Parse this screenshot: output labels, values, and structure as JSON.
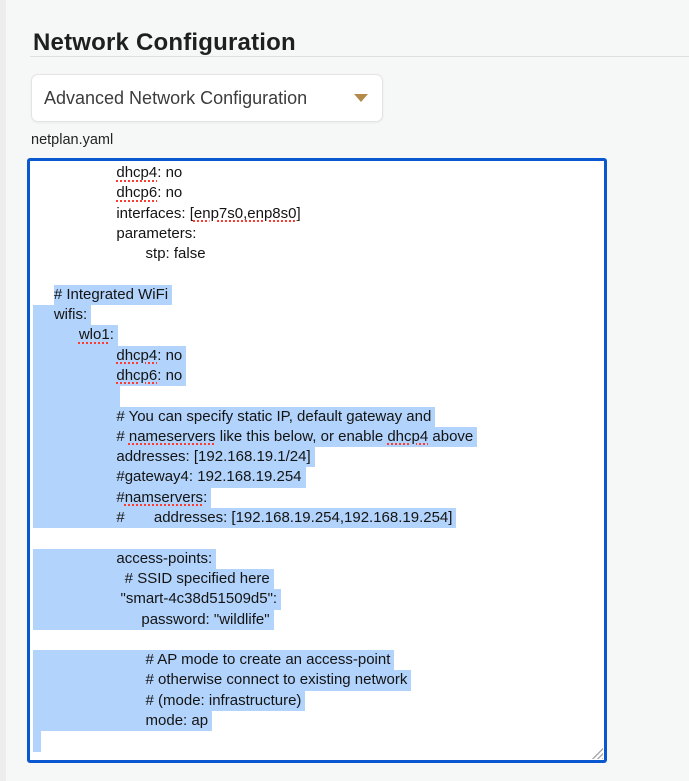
{
  "page": {
    "title": "Network Configuration"
  },
  "dropdown": {
    "label": "Advanced Network Configuration",
    "caret_icon": "triangle-down",
    "caret_color": "#b48a4b"
  },
  "editor": {
    "label": "netplan.yaml",
    "focus_border_color": "#0a58d0",
    "selection_color": "#b2d3fb",
    "spellcheck_color": "#ff3b30",
    "lines": [
      [
        {
          "t": "                    "
        },
        {
          "t": "dhcp4",
          "s": true
        },
        {
          "t": ": no"
        }
      ],
      [
        {
          "t": "                    "
        },
        {
          "t": "dhcp6",
          "s": true
        },
        {
          "t": ": no"
        }
      ],
      [
        {
          "t": "                    interfaces: ["
        },
        {
          "t": "enp7s0,enp8s0",
          "s": true
        },
        {
          "t": "]"
        }
      ],
      [
        {
          "t": "                    parameters:"
        }
      ],
      [
        {
          "t": "                           stp: false"
        }
      ],
      [],
      [
        {
          "t": "     "
        },
        {
          "t": "# Integrated WiFi",
          "h": true
        }
      ],
      [
        {
          "t": "     wifis:",
          "h": true
        }
      ],
      [
        {
          "t": "           ",
          "h": true
        },
        {
          "t": "wlo1",
          "h": true,
          "s": true
        },
        {
          "t": ":",
          "h": true
        }
      ],
      [
        {
          "t": "                    ",
          "h": true
        },
        {
          "t": "dhcp4",
          "h": true,
          "s": true
        },
        {
          "t": ": no",
          "h": true
        }
      ],
      [
        {
          "t": "                    ",
          "h": true
        },
        {
          "t": "dhcp6",
          "h": true,
          "s": true
        },
        {
          "t": ": no",
          "h": true
        }
      ],
      [
        {
          "t": "                    ",
          "h": true
        }
      ],
      [
        {
          "t": "                    # You can specify static IP, default gateway and",
          "h": true
        }
      ],
      [
        {
          "t": "                    # ",
          "h": true
        },
        {
          "t": "nameservers",
          "h": true,
          "s": true
        },
        {
          "t": " like this below, or enable ",
          "h": true
        },
        {
          "t": "dhcp4",
          "h": true,
          "s": true
        },
        {
          "t": " above",
          "h": true
        }
      ],
      [
        {
          "t": "                    addresses: [192.168.19.1/24]",
          "h": true
        }
      ],
      [
        {
          "t": "                    #gateway4: 192.168.19.254",
          "h": true
        }
      ],
      [
        {
          "t": "                    #",
          "h": true
        },
        {
          "t": "namservers",
          "h": true,
          "s": true
        },
        {
          "t": ":",
          "h": true
        }
      ],
      [
        {
          "t": "                    #       addresses: [192.168.19.254,192.168.19.254]",
          "h": true
        }
      ],
      [],
      [
        {
          "t": "                    access-points:",
          "h": true
        }
      ],
      [
        {
          "t": "                      # SSID specified here",
          "h": true
        }
      ],
      [
        {
          "t": "                     \"smart-4c38d51509d5\":",
          "h": true
        }
      ],
      [
        {
          "t": "                          password: \"wildlife\"",
          "h": true
        }
      ],
      [],
      [
        {
          "t": "                           # AP mode to create an access-point",
          "h": true
        }
      ],
      [
        {
          "t": "                           # otherwise connect to existing network",
          "h": true
        }
      ],
      [
        {
          "t": "                           # (mode: infrastructure)",
          "h": true
        }
      ],
      [
        {
          "t": "                           mode: ap",
          "h": true
        }
      ],
      [
        {
          "t": " ",
          "h": true
        }
      ]
    ]
  }
}
